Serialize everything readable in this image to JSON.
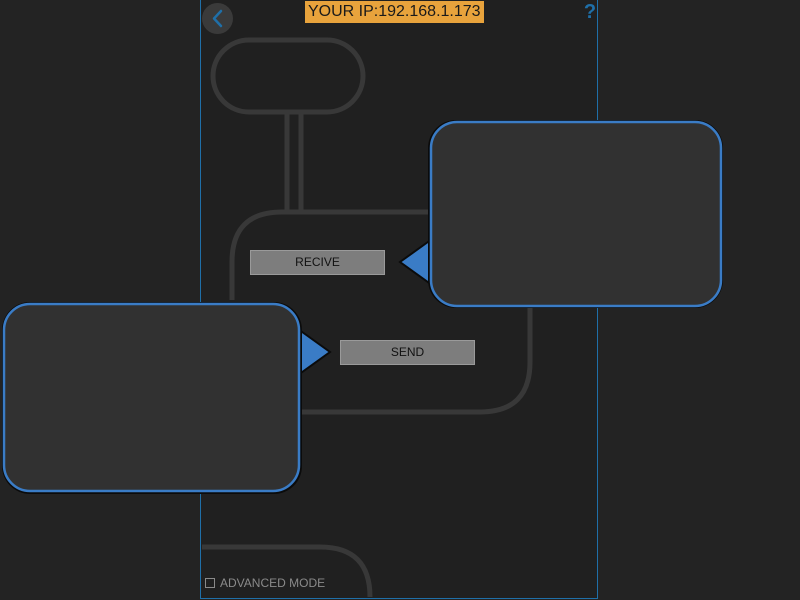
{
  "header": {
    "back_icon": "chevron-left-icon",
    "ip_label": "YOUR IP:192.168.1.173",
    "help_label": "?"
  },
  "actions": {
    "receive_label": "RECIVE",
    "send_label": "SEND"
  },
  "advanced_mode": {
    "label": "ADVANCED MODE",
    "checked": false
  },
  "colors": {
    "accent": "#1f6fa8",
    "ip_badge": "#e8a33c",
    "callout_fill": "#313131",
    "callout_border": "#3a7cc6",
    "background": "#232323"
  }
}
